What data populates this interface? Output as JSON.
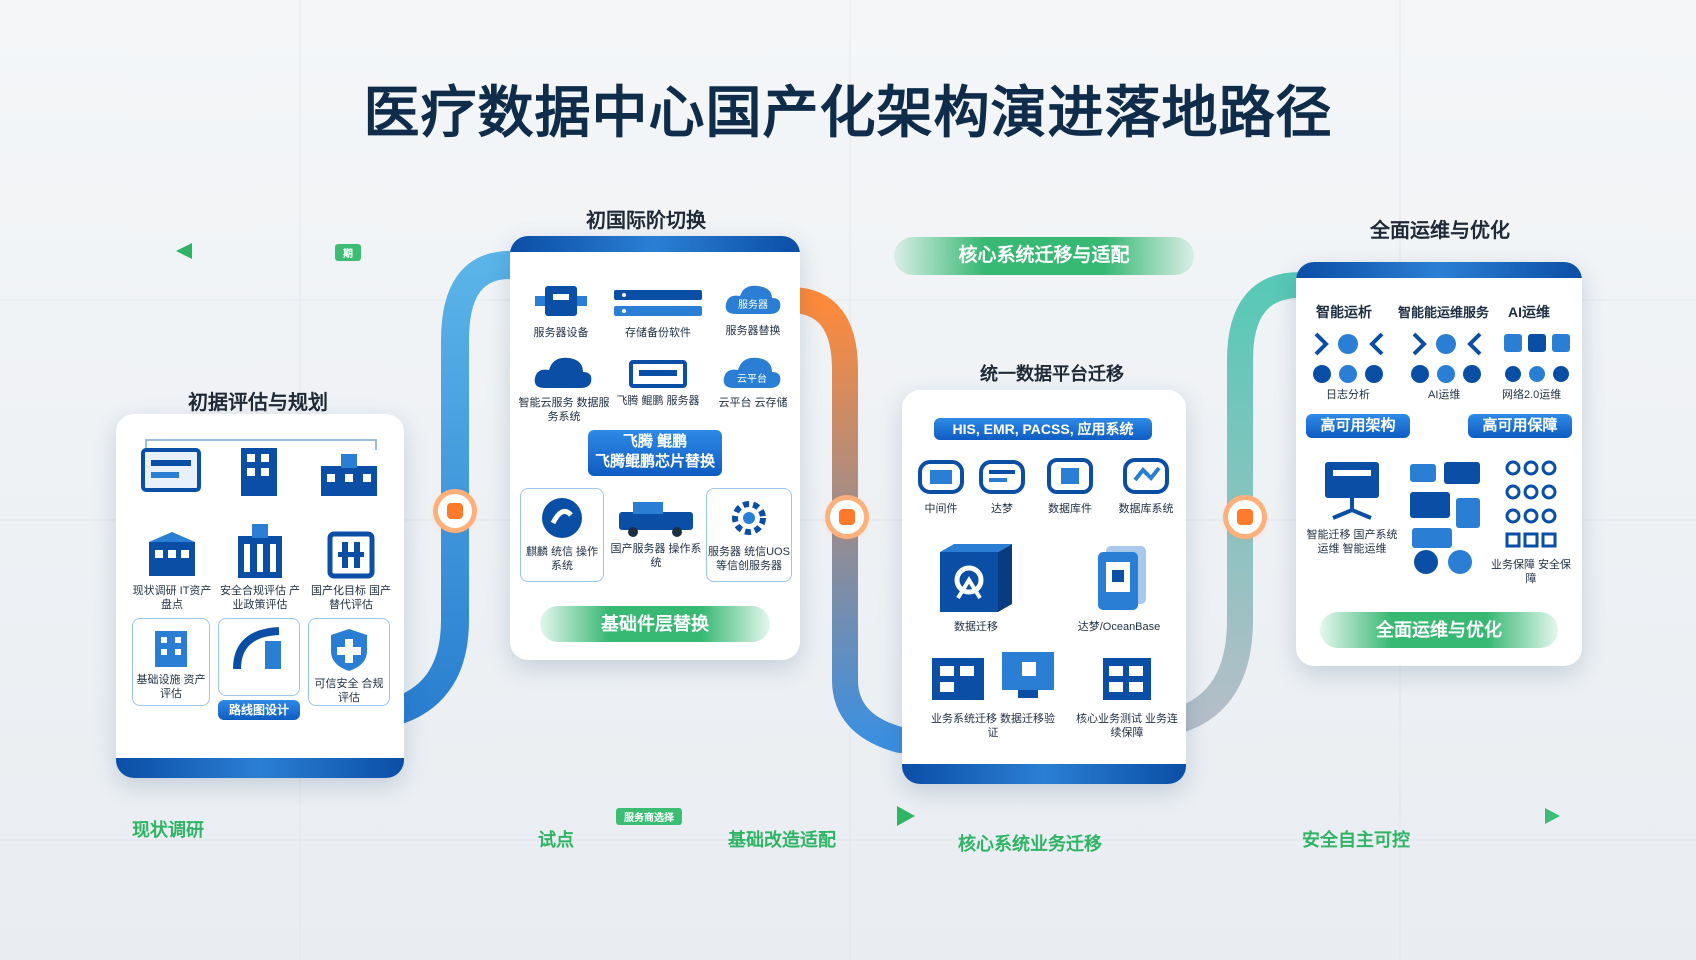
{
  "title": "医疗数据中心国产化架构演进落地路径",
  "stages": {
    "s1": {
      "label": "初据评估与规划",
      "items": [
        "现状调研 IT资产盘点",
        "安全合规评估 产业政策评估",
        "国产化目标 国产替代评估",
        "基础设施 资产评估",
        "路线图设计",
        "可信安全 合规评估"
      ],
      "button": "路线图设计"
    },
    "s2": {
      "label": "初国际阶切换",
      "items": [
        "服务器设备",
        "存储备份软件",
        "服务器替换",
        "智能云服务 数据服务系统",
        "飞腾 鲲鹏 服务器",
        "云平台 云存储",
        "麒麟 统信 操作系统",
        "国产服务器 操作系统",
        "服务器 统信UOS 等信创服务器"
      ],
      "tags": [
        "服务器",
        "云平台"
      ],
      "center_box": [
        "飞腾 鲲鹏",
        "飞腾鲲鹏芯片替换"
      ],
      "band": "基础件层替换"
    },
    "s3": {
      "label": "核心系统迁移与适配",
      "header_label": "统一数据平台迁移",
      "header_bar": "HIS, EMR, PACSS, 应用系统",
      "items": [
        "中间件",
        "达梦",
        "数据库件",
        "数据库系统",
        "数据迁移",
        "达梦/OceanBase",
        "业务系统迁移 数据迁移验证",
        "核心业务测试 业务连续保障"
      ]
    },
    "s4": {
      "label": "全面运维与优化",
      "headers": [
        "智能运析",
        "智能能运维服务",
        "AI运维"
      ],
      "sublabels": [
        "日志分析",
        "AI运维",
        "网络2.0运维"
      ],
      "pills": [
        "高可用架构",
        "高可用保障"
      ],
      "items": [
        "智能迁移 国产系统运维 智能运维",
        "业务保障 安全保障"
      ],
      "band": "全面运维与优化"
    }
  },
  "timeline": {
    "top_arrow_tag": "期",
    "bottom": [
      "现状调研",
      "服务商选择",
      "试点",
      "基础改造适配",
      "核心系统业务迁移",
      "安全自主可控"
    ]
  },
  "colors": {
    "primary": "#0b4ea6",
    "green": "#37b873",
    "orange": "#ff7a2a",
    "title": "#0f2d4a"
  }
}
